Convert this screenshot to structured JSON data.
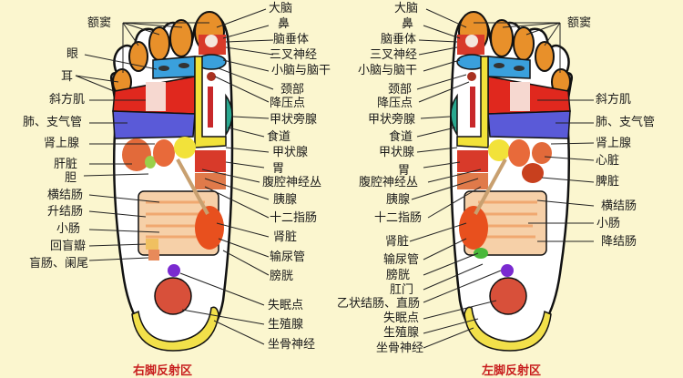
{
  "background_color": "#fbf6cf",
  "right_foot": {
    "caption": "右脚反射区",
    "left_labels": [
      "额窦",
      "眼",
      "耳",
      "斜方肌",
      "肺、支气管",
      "肾上腺",
      "肝脏",
      "胆",
      "横结肠",
      "升结肠",
      "小肠",
      "回盲瓣",
      "盲肠、阑尾"
    ],
    "right_labels": [
      "大脑",
      "鼻",
      "脑垂体",
      "三叉神经",
      "小脑与脑干",
      "颈部",
      "降压点",
      "甲状旁腺",
      "食道",
      "甲状腺",
      "胃",
      "腹腔神经丛",
      "胰腺",
      "十二指肠",
      "肾脏",
      "输尿管",
      "膀胱",
      "失眠点",
      "生殖腺",
      "坐骨神经"
    ]
  },
  "left_foot": {
    "caption": "左脚反射区",
    "left_labels": [
      "大脑",
      "鼻",
      "脑垂体",
      "三叉神经",
      "小脑与脑干",
      "颈部",
      "降压点",
      "甲状旁腺",
      "食道",
      "甲状腺",
      "胃",
      "腹腔神经丛",
      "胰腺",
      "十二指肠",
      "肾脏",
      "输尿管",
      "膀胱",
      "肛门",
      "乙状结肠、直肠",
      "失眠点",
      "生殖腺",
      "坐骨神经"
    ],
    "right_labels": [
      "额窦",
      "斜方肌",
      "肺、支气管",
      "肾上腺",
      "心脏",
      "脾脏",
      "横结肠",
      "小肠",
      "降结肠"
    ]
  },
  "colors": {
    "caption_red": "#c81e1e",
    "outline": "#111111",
    "toe_orange": "#e8902a",
    "eye_blue": "#3aa0dc",
    "trapezius_red": "#e0281e",
    "lung_purple": "#5a5ad8",
    "spine_yellow": "#f2e23a",
    "thyroid_green": "#2aa890",
    "intestine_peach": "#f6c8a0",
    "heel_yellow": "#f2e04a",
    "bladder_purple": "#7a2ad0",
    "sleep_red": "#d8503a"
  }
}
